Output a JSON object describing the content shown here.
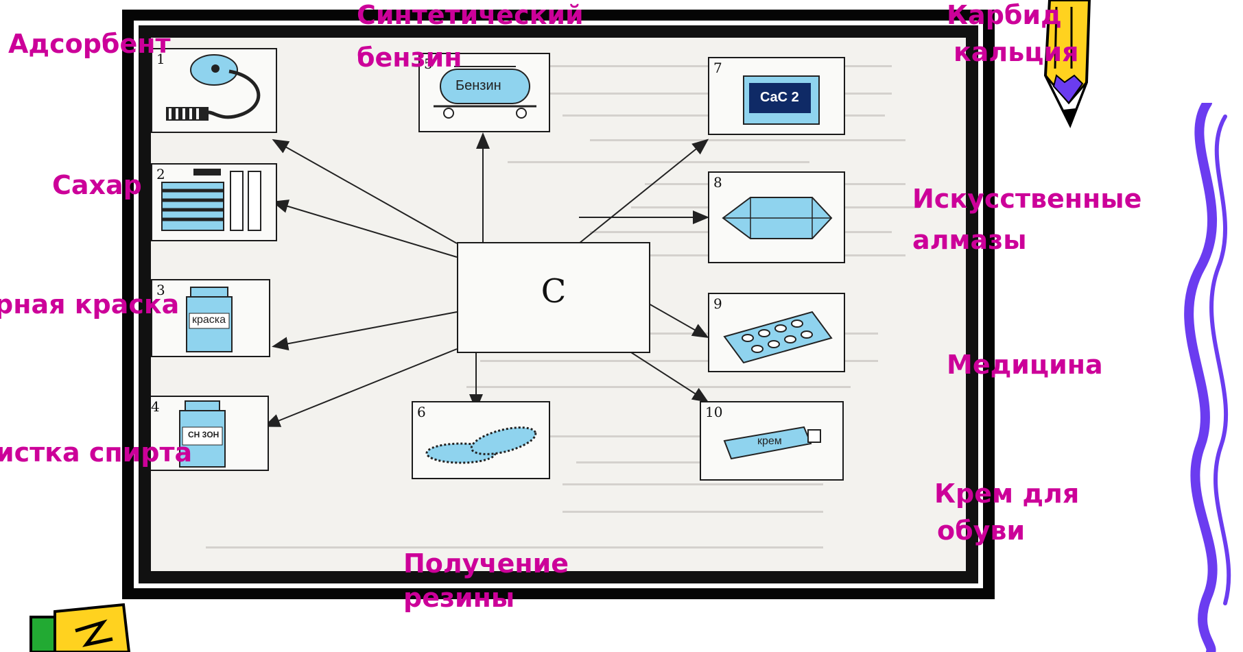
{
  "diagram": {
    "center": "C",
    "boxes": [
      {
        "num": "1"
      },
      {
        "num": "2"
      },
      {
        "num": "3"
      },
      {
        "num": "4"
      },
      {
        "num": "5"
      },
      {
        "num": "6"
      },
      {
        "num": "7"
      },
      {
        "num": "8"
      },
      {
        "num": "9"
      },
      {
        "num": "10"
      }
    ],
    "illustration_text": {
      "tank": "Бензин",
      "jar3": "краска",
      "jar4": "CH 3OH",
      "carbide": "CaC 2",
      "tube": "крем"
    }
  },
  "labels": {
    "adsorbent": "Адсорбент",
    "sugar": "Сахар",
    "paint": "рная краска",
    "spirit": "истка спирта",
    "gasoline": {
      "line1": "Синтетический",
      "line2": "бензин"
    },
    "rubber": {
      "line1": "Получение",
      "line2": "резины"
    },
    "carbide": {
      "line1": "Карбид",
      "line2": "кальция"
    },
    "diamonds": {
      "line1": "Искусственные",
      "line2": "алмазы"
    },
    "medicine": "Медицина",
    "cream": {
      "line1": "Крем для",
      "line2": "обуви"
    }
  },
  "colors": {
    "label": "#cc0099",
    "illustration_blue": "#8fd3ee",
    "pencil_yellow": "#ffd21f",
    "ribbon_purple": "#6b3cf0"
  }
}
